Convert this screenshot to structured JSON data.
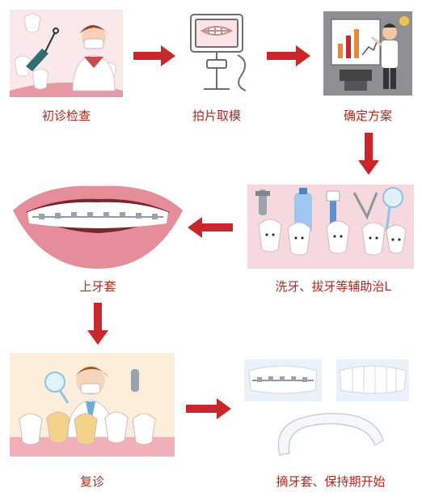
{
  "flow": {
    "steps": [
      {
        "id": "initial-exam",
        "label": "初诊检查"
      },
      {
        "id": "xray-impression",
        "label": "拍片取模"
      },
      {
        "id": "treatment-plan",
        "label": "确定方案"
      },
      {
        "id": "pre-treatment",
        "label": "洗牙、拔牙等辅助治L"
      },
      {
        "id": "braces-on",
        "label": "上牙套"
      },
      {
        "id": "follow-up",
        "label": "复诊"
      },
      {
        "id": "retention",
        "label": "摘牙套、保持期开始"
      }
    ]
  },
  "colors": {
    "arrow": "#c8272c",
    "label": "#b3281f",
    "panel_pink": "#f6d9dd",
    "panel_gray": "#8d8f92"
  },
  "icons": {
    "arrow": "arrow-icon",
    "tooth": "tooth-icon",
    "dentist": "dentist-icon",
    "xray": "xray-machine-icon",
    "presentation": "presentation-board-icon",
    "mouth": "braces-mouth-icon",
    "retainer": "retainer-icon"
  }
}
